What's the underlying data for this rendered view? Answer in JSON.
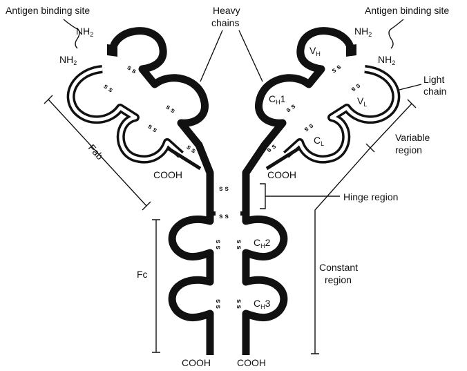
{
  "labels": {
    "antigen_site_left": "Antigen binding site",
    "antigen_site_right": "Antigen binding site",
    "heavy_chains": [
      "Heavy",
      "chains"
    ],
    "light_chain": [
      "Light",
      "chain"
    ],
    "variable_region": [
      "Variable",
      "region"
    ],
    "hinge_region": "Hinge region",
    "constant_region": [
      "Constant",
      "region"
    ],
    "fab": "Fab",
    "fc": "Fc",
    "nh2": "NH",
    "nh2_sub": "2",
    "cooh": "COOH",
    "ss": "s s",
    "vh": "V",
    "vh_sub": "H",
    "vl": "V",
    "vl_sub": "L",
    "cl": "C",
    "cl_sub": "L",
    "ch1": "C",
    "ch1_sub": "H",
    "ch1_num": "1",
    "ch2": "C",
    "ch2_sub": "H",
    "ch2_num": "2",
    "ch3": "C",
    "ch3_sub": "H",
    "ch3_num": "3"
  }
}
